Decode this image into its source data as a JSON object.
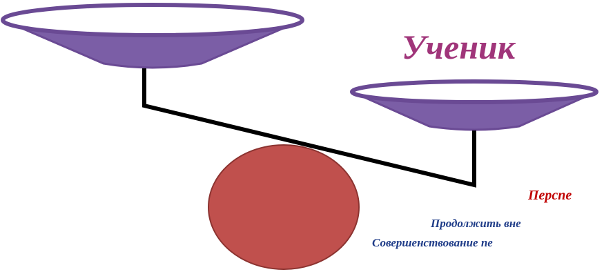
{
  "diagram": {
    "title": "Ученик",
    "heading": "Перспе",
    "lines": [
      "Продолжить вне",
      "Совершенствование пе"
    ]
  },
  "colors": {
    "pan_fill": "#7b5ea6",
    "pan_rim": "#6a4a94",
    "pan_inner": "#ffffff",
    "beam": "#000000",
    "ball_fill": "#c0504d",
    "ball_stroke": "#8c3330",
    "title": "#a0357a",
    "heading": "#c00000",
    "body_text": "#1f3c88"
  }
}
